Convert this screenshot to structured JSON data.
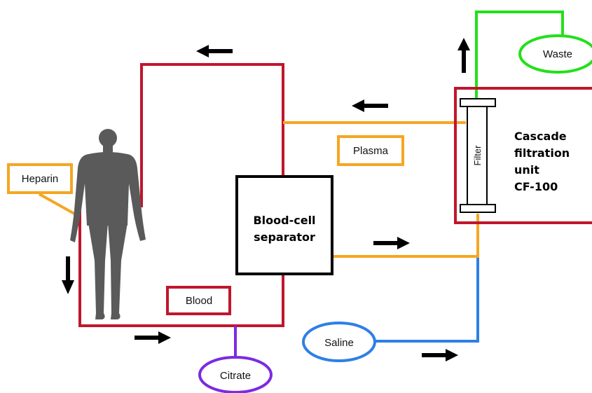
{
  "labels": {
    "heparin": "Heparin",
    "blood": "Blood",
    "citrate": "Citrate",
    "plasma": "Plasma",
    "saline": "Saline",
    "waste": "Waste",
    "filter": "Filter",
    "separator_line1": "Blood-cell",
    "separator_line2": "separator",
    "unit_line1": "Cascade",
    "unit_line2": "filtration",
    "unit_line3": "unit",
    "unit_line4": "CF-100"
  },
  "colors": {
    "blood": "#c0162c",
    "plasma": "#f5a623",
    "saline": "#2f7fe6",
    "waste": "#22e01a",
    "citrate": "#7b2be0",
    "separator": "#000000",
    "person": "#5a5a5a",
    "arrow": "#000000"
  }
}
